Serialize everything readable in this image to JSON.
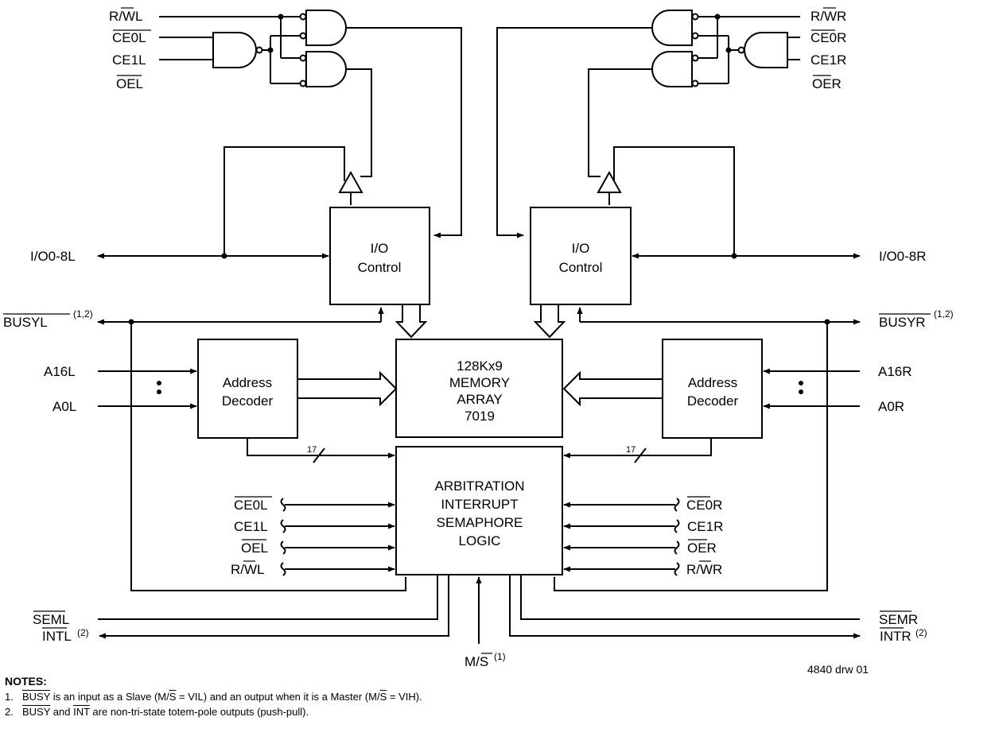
{
  "signals": {
    "rw_l": "R/WL",
    "ce0_l": "CE0L",
    "ce1_l": "CE1L",
    "oe_l": "OEL",
    "rw_r": "R/WR",
    "ce0_r": "CE0R",
    "ce1_r": "CE1R",
    "oe_r": "OER",
    "io_l": "I/O0-8L",
    "io_r": "I/O0-8R",
    "busy_l": "BUSYL",
    "busy_r": "BUSYR",
    "busy_sup": "(1,2)",
    "a16_l": "A16L",
    "a0_l": "A0L",
    "a16_r": "A16R",
    "a0_r": "A0R",
    "sem_l": "SEML",
    "int_l": "INTL",
    "sem_r": "SEMR",
    "int_r": "INTR",
    "int_sup": "(2)",
    "ms": "M/S",
    "ms_sup": "(1)",
    "bus_width": "17"
  },
  "blocks": {
    "io_control": [
      "I/O",
      "Control"
    ],
    "address_decoder": [
      "Address",
      "Decoder"
    ],
    "memory": [
      "128Kx9",
      "MEMORY",
      "ARRAY",
      "7019"
    ],
    "arbitration": [
      "ARBITRATION",
      "INTERRUPT",
      "SEMAPHORE",
      "LOGIC"
    ]
  },
  "drawing_id": "4840 drw 01",
  "notes": {
    "title": "NOTES:",
    "items": [
      {
        "num": "1.",
        "busy": "BUSY",
        "t1": " is an input as a Slave (M/",
        "s": "S",
        "t2": " = VIL) and an output when it is a Master (M/",
        "s2": "S",
        "t3": " = VIH)."
      },
      {
        "num": "2.",
        "busy": "BUSY",
        "t1": " and ",
        "int": "INT",
        "t2": " are non-tri-state totem-pole outputs (push-pull)."
      }
    ]
  }
}
